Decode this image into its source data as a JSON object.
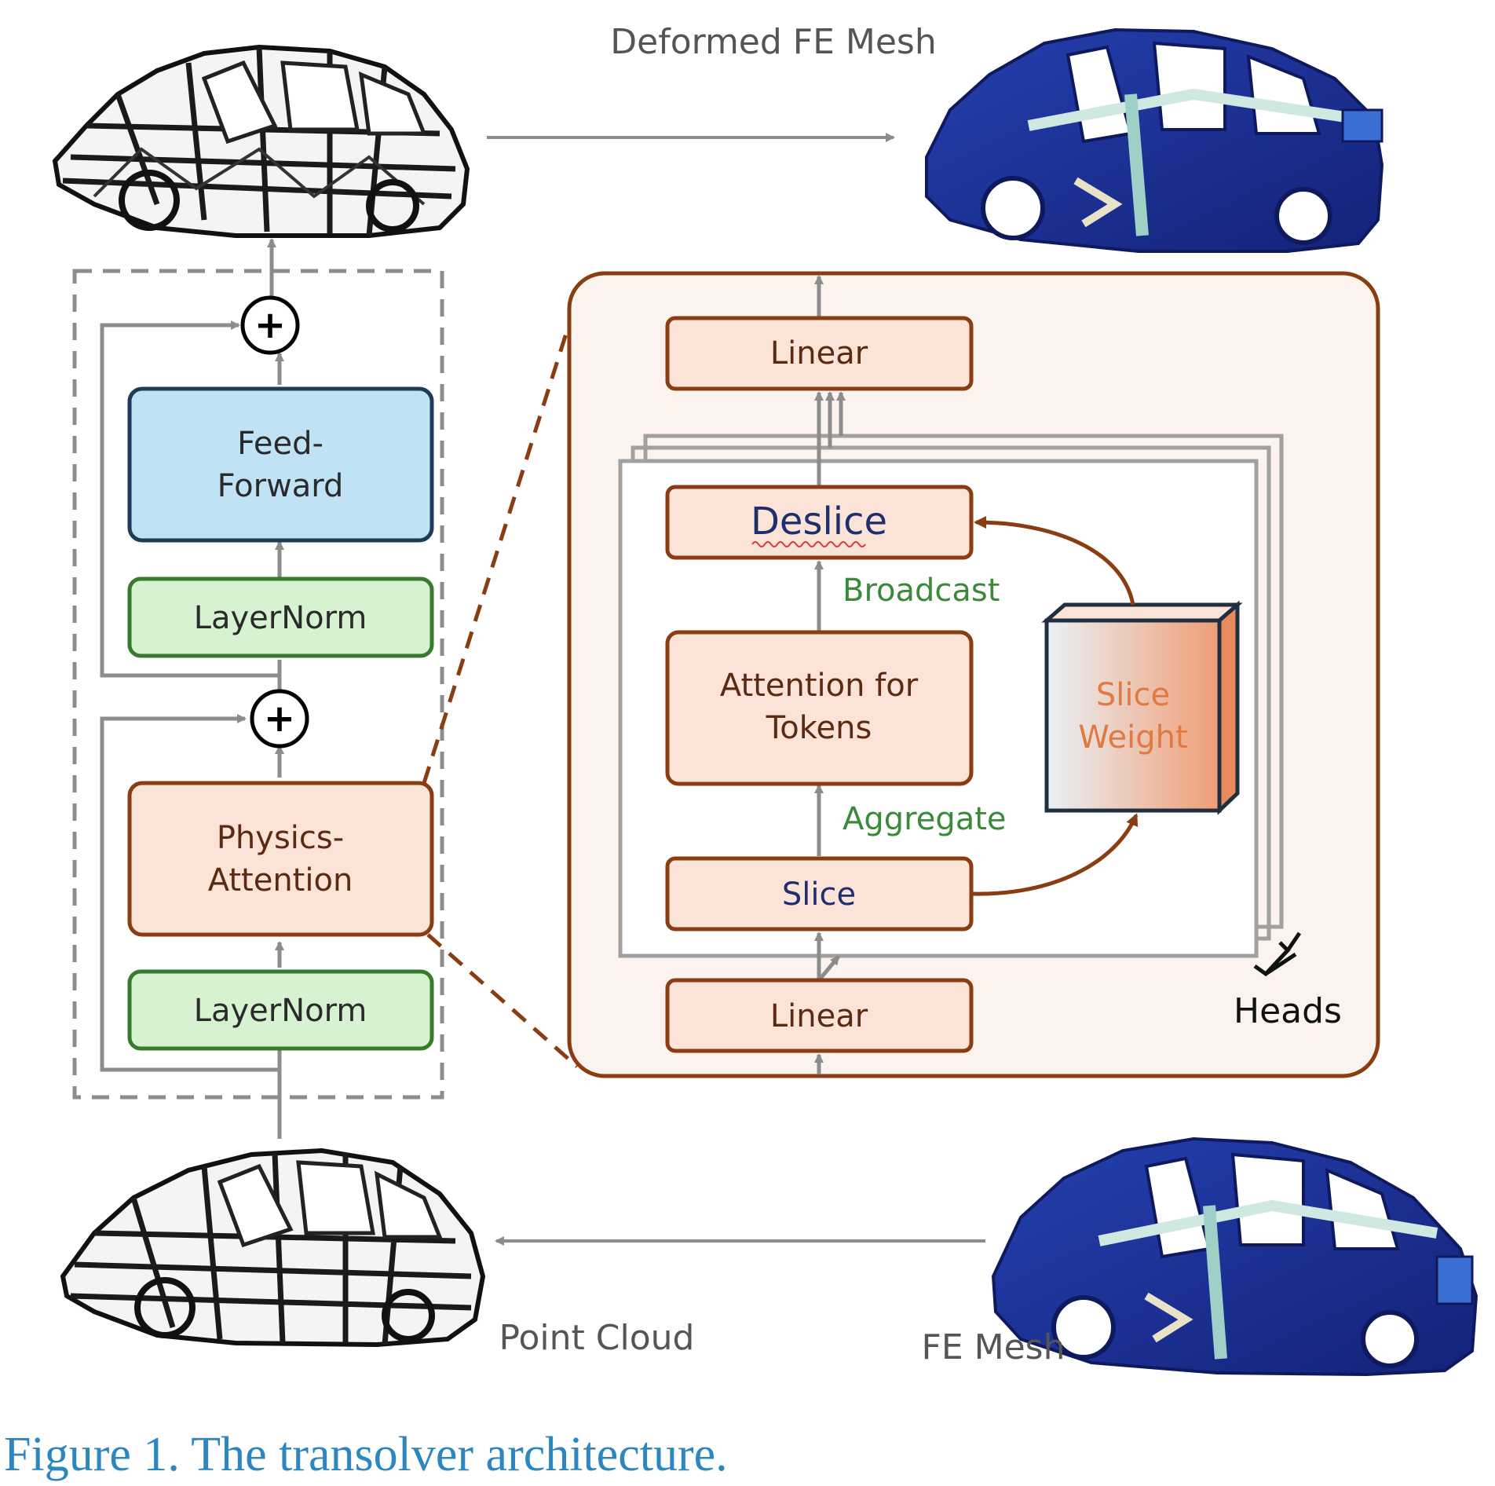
{
  "labels": {
    "deformed_fe_mesh": "Deformed FE Mesh",
    "point_cloud": "Point Cloud",
    "fe_mesh": "FE Mesh",
    "feed_forward_line1": "Feed-",
    "feed_forward_line2": "Forward",
    "layernorm_top": "LayerNorm",
    "physics_attention_line1": "Physics-",
    "physics_attention_line2": "Attention",
    "layernorm_bottom": "LayerNorm",
    "linear_top": "Linear",
    "deslice": "Deslice",
    "broadcast": "Broadcast",
    "attention_line1": "Attention for",
    "attention_line2": "Tokens",
    "aggregate": "Aggregate",
    "slice": "Slice",
    "slice_weight_line1": "Slice",
    "slice_weight_line2": "Weight",
    "linear_bottom": "Linear",
    "heads": "Heads",
    "plus_symbol": "+"
  },
  "caption": "Figure 1. The transolver architecture.",
  "colors": {
    "feed_forward_fill": "#bfe3f5",
    "feed_forward_stroke": "#1f3b57",
    "layernorm_fill": "#d6f2d0",
    "layernorm_stroke": "#3a7a2e",
    "orange_fill": "#fbe3d7",
    "orange_stroke": "#8a3d12",
    "panel_fill": "#fdf3ee",
    "arrow_gray": "#8c8c8c",
    "green_text": "#3a8a3a",
    "navy_text": "#1f2f6e",
    "orange_text": "#e07a42",
    "caption_blue": "#2e86c1",
    "mesh_blue": "#1a2f8a",
    "mesh_light": "#cfe8e2"
  },
  "icons": {
    "point_cloud_car": "wireframe-car-icon",
    "fe_mesh_car": "blue-mesh-car-icon",
    "plus": "plus-circle-icon",
    "slice_weight": "3d-box-icon"
  }
}
